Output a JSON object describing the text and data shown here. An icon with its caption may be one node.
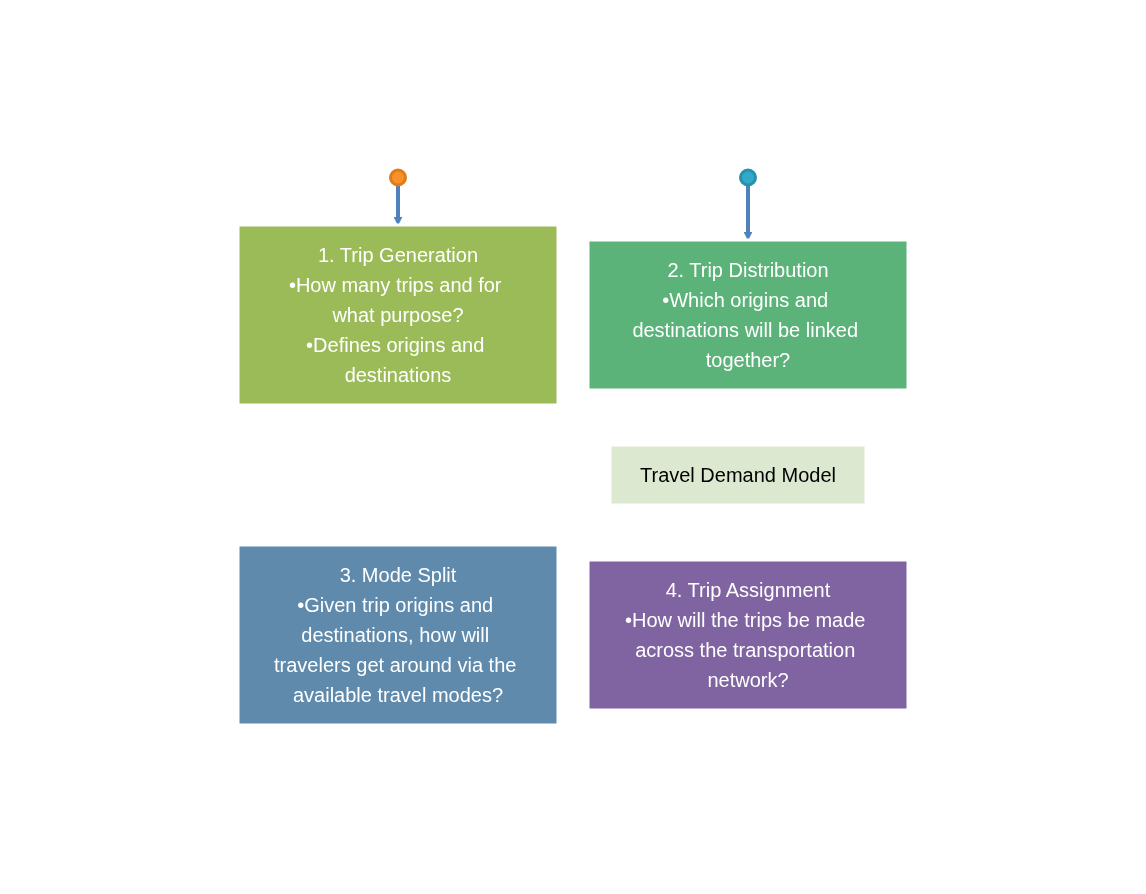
{
  "diagram": {
    "nodes": [
      {
        "text": [],
        "shape": "ellipse"
      },
      {
        "text": [],
        "shape": "ellipse"
      },
      {
        "text": [
          "1. Trip Generation",
          "•How many trips and for what purpose?",
          "•Defines origins and destinations"
        ]
      },
      {
        "text": [
          "2. Trip Distribution",
          "•Which origins and destinations will be linked together?"
        ]
      },
      {
        "text": [
          "Travel Demand Model"
        ]
      },
      {
        "text": [
          "3. Mode Split",
          "•Given trip origins and destinations, how will travelers get around via the available travel modes?"
        ]
      },
      {
        "text": [
          "4. Trip Assignment",
          "•How will the trips be made across the transportation network?"
        ]
      }
    ],
    "edges": [
      {
        "from": 0,
        "to": 2,
        "arrow": "to"
      },
      {
        "from": 1,
        "to": 3,
        "arrow": "to"
      }
    ]
  }
}
